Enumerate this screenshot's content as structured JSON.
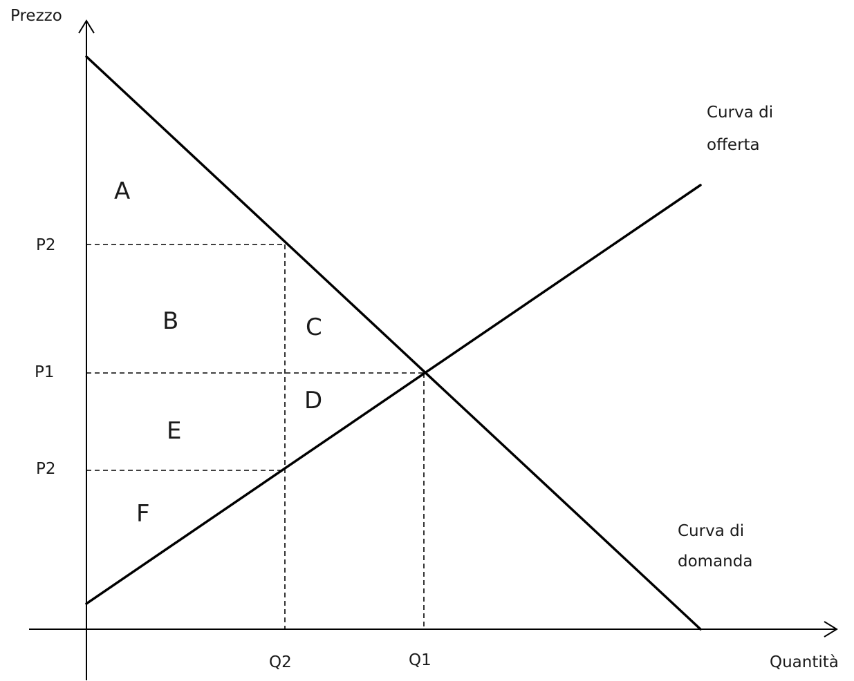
{
  "axes": {
    "y_label": "Prezzo",
    "x_label": "Quantità"
  },
  "ticks": {
    "p_upper": "P2",
    "p_middle": "P1",
    "p_lower": "P2",
    "q_left": "Q2",
    "q_right": "Q1"
  },
  "curves": {
    "supply_line1": "Curva di",
    "supply_line2": "offerta",
    "demand_line1": "Curva di",
    "demand_line2": "domanda"
  },
  "regions": {
    "a": "A",
    "b": "B",
    "c": "C",
    "d": "D",
    "e": "E",
    "f": "F"
  }
}
